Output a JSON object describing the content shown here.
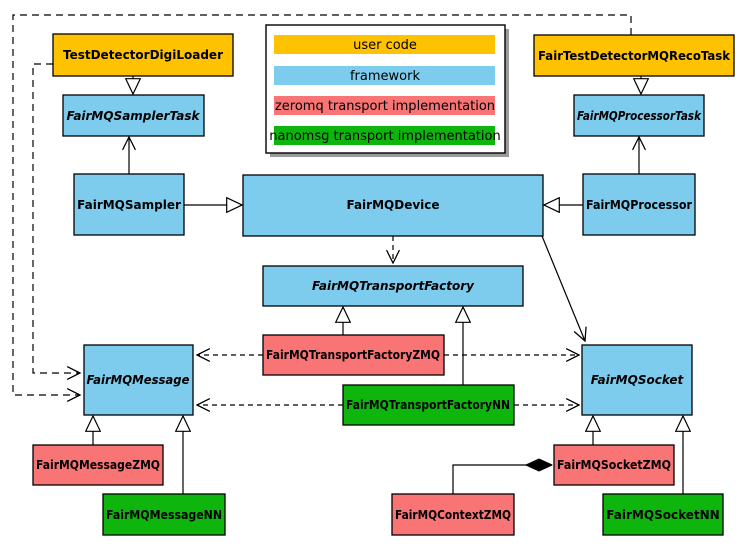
{
  "diagram": {
    "kind": "uml-class-diagram",
    "legend": {
      "items": [
        {
          "label": "user code",
          "color": "#FFC200"
        },
        {
          "label": "framework",
          "color": "#7DCCEE"
        },
        {
          "label": "zeromq transport implementation",
          "color": "#F97575"
        },
        {
          "label": "nanomsg transport implementation",
          "color": "#0DB50D"
        }
      ]
    },
    "nodes": {
      "digiLoader": {
        "label": "TestDetectorDigiLoader",
        "category": "user code"
      },
      "samplerTask": {
        "label": "FairMQSamplerTask",
        "category": "framework",
        "abstract": true
      },
      "sampler": {
        "label": "FairMQSampler",
        "category": "framework"
      },
      "recoTask": {
        "label": "FairTestDetectorMQRecoTask",
        "category": "user code"
      },
      "processorTask": {
        "label": "FairMQProcessorTask",
        "category": "framework",
        "abstract": true
      },
      "processor": {
        "label": "FairMQProcessor",
        "category": "framework"
      },
      "device": {
        "label": "FairMQDevice",
        "category": "framework"
      },
      "transportFactory": {
        "label": "FairMQTransportFactory",
        "category": "framework",
        "abstract": true
      },
      "tfZMQ": {
        "label": "FairMQTransportFactoryZMQ",
        "category": "zeromq transport implementation"
      },
      "tfNN": {
        "label": "FairMQTransportFactoryNN",
        "category": "nanomsg transport implementation"
      },
      "message": {
        "label": "FairMQMessage",
        "category": "framework",
        "abstract": true
      },
      "socket": {
        "label": "FairMQSocket",
        "category": "framework",
        "abstract": true
      },
      "messageZMQ": {
        "label": "FairMQMessageZMQ",
        "category": "zeromq transport implementation"
      },
      "messageNN": {
        "label": "FairMQMessageNN",
        "category": "nanomsg transport implementation"
      },
      "socketZMQ": {
        "label": "FairMQSocketZMQ",
        "category": "zeromq transport implementation"
      },
      "socketNN": {
        "label": "FairMQSocketNN",
        "category": "nanomsg transport implementation"
      },
      "contextZMQ": {
        "label": "FairMQContextZMQ",
        "category": "zeromq transport implementation"
      }
    },
    "edges": [
      {
        "from": "TestDetectorDigiLoader",
        "to": "FairMQSamplerTask",
        "type": "inheritance-triangle"
      },
      {
        "from": "FairMQSampler",
        "to": "FairMQSamplerTask",
        "type": "open-arrow"
      },
      {
        "from": "FairMQSampler",
        "to": "FairMQDevice",
        "type": "inheritance-triangle"
      },
      {
        "from": "FairTestDetectorMQRecoTask",
        "to": "FairMQProcessorTask",
        "type": "inheritance-triangle"
      },
      {
        "from": "FairMQProcessor",
        "to": "FairMQProcessorTask",
        "type": "open-arrow"
      },
      {
        "from": "FairMQProcessor",
        "to": "FairMQDevice",
        "type": "inheritance-triangle"
      },
      {
        "from": "FairMQDevice",
        "to": "FairMQTransportFactory",
        "type": "dashed-dependency"
      },
      {
        "from": "FairMQDevice",
        "to": "FairMQSocket",
        "type": "open-arrow"
      },
      {
        "from": "FairMQTransportFactoryZMQ",
        "to": "FairMQTransportFactory",
        "type": "inheritance-triangle"
      },
      {
        "from": "FairMQTransportFactoryNN",
        "to": "FairMQTransportFactory",
        "type": "inheritance-triangle"
      },
      {
        "from": "FairMQTransportFactoryZMQ",
        "to": "FairMQMessage",
        "type": "dashed-dependency"
      },
      {
        "from": "FairMQTransportFactoryZMQ",
        "to": "FairMQSocket",
        "type": "dashed-dependency"
      },
      {
        "from": "FairMQTransportFactoryNN",
        "to": "FairMQMessage",
        "type": "dashed-dependency"
      },
      {
        "from": "FairMQTransportFactoryNN",
        "to": "FairMQSocket",
        "type": "dashed-dependency"
      },
      {
        "from": "FairMQMessageZMQ",
        "to": "FairMQMessage",
        "type": "inheritance-triangle"
      },
      {
        "from": "FairMQMessageNN",
        "to": "FairMQMessage",
        "type": "inheritance-triangle"
      },
      {
        "from": "FairMQSocketZMQ",
        "to": "FairMQSocket",
        "type": "inheritance-triangle"
      },
      {
        "from": "FairMQSocketNN",
        "to": "FairMQSocket",
        "type": "inheritance-triangle"
      },
      {
        "from": "FairMQContextZMQ",
        "to": "FairMQSocketZMQ",
        "type": "composition-diamond"
      },
      {
        "from": "FairTestDetectorMQRecoTask",
        "to": "FairMQMessage",
        "type": "dashed-dependency"
      },
      {
        "from": "TestDetectorDigiLoader",
        "to": "FairMQMessage",
        "type": "dashed-dependency"
      }
    ]
  }
}
